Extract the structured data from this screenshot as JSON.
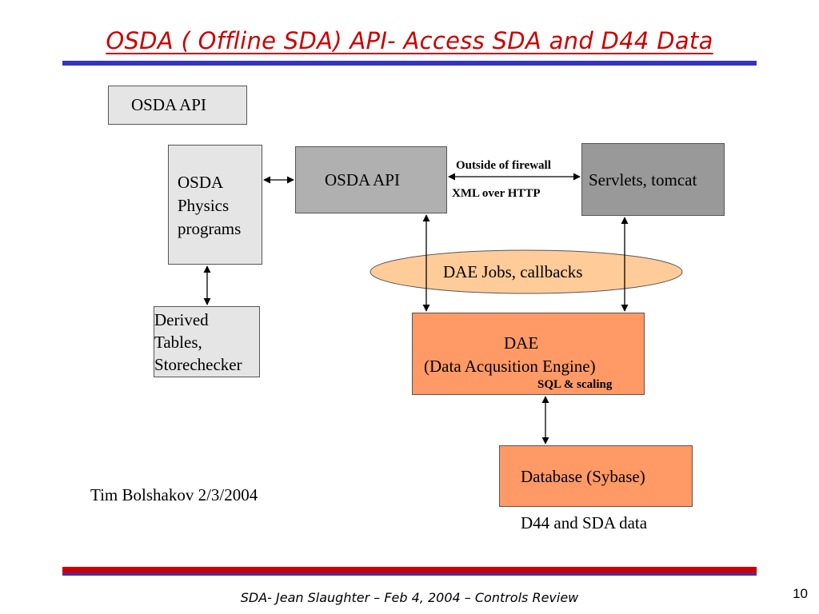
{
  "slide": {
    "title": "OSDA ( Offline SDA) API- Access SDA and D44 Data",
    "footer": "SDA- Jean Slaughter – Feb 4, 2004 – Controls Review",
    "page_number": "10"
  },
  "diagram": {
    "legend_box": "OSDA API",
    "physics": {
      "line1": "OSDA",
      "line2": "Physics",
      "line3": "programs"
    },
    "api": "OSDA API",
    "servlets": "Servlets, tomcat",
    "firewall_label": "Outside of firewall",
    "xml_label": "XML over HTTP",
    "jobs": "DAE Jobs, callbacks",
    "derived": {
      "line1": "Derived",
      "line2": "Tables,",
      "line3": "Storechecker"
    },
    "dae": {
      "line1": "DAE",
      "line2": "(Data Acqusition Engine)"
    },
    "sql_label": "SQL & scaling",
    "database": "Database (Sybase)",
    "database_caption": "D44 and SDA data",
    "author": "Tim Bolshakov 2/3/2004"
  },
  "colors": {
    "title": "#cc0000",
    "top_bar": "#3333cc",
    "bottom_bar": "#cc0000",
    "light_gray_box": "#e5e5e5",
    "mid_gray_box": "#b0b0b0",
    "dark_gray_box": "#999999",
    "orange_box": "#ff9966",
    "ellipse_fill": "#ffcc99"
  }
}
